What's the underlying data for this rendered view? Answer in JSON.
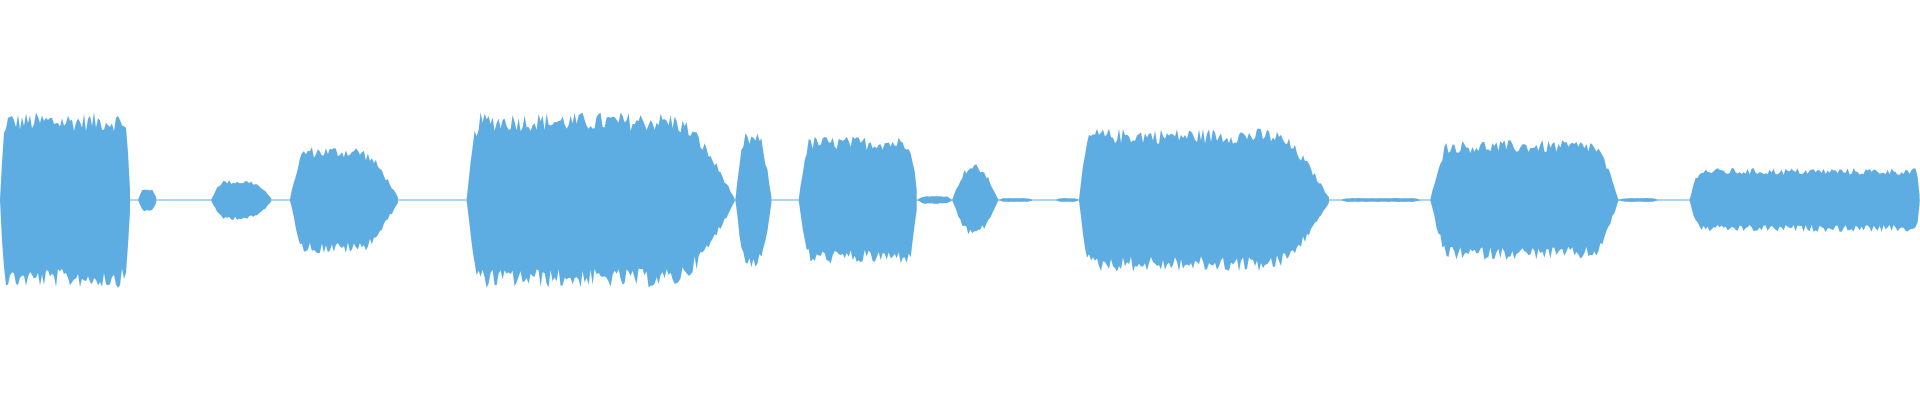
{
  "waveform": {
    "color": "#5dace2",
    "background": "#ffffff",
    "segments": [
      {
        "start": 0.0,
        "end": 0.068,
        "peak": 0.44,
        "attack": 0.05,
        "release": 0.05
      },
      {
        "start": 0.072,
        "end": 0.082,
        "peak": 0.06,
        "attack": 0.3,
        "release": 0.4
      },
      {
        "start": 0.11,
        "end": 0.142,
        "peak": 0.1,
        "attack": 0.2,
        "release": 0.4
      },
      {
        "start": 0.151,
        "end": 0.208,
        "peak": 0.27,
        "attack": 0.15,
        "release": 0.4
      },
      {
        "start": 0.243,
        "end": 0.383,
        "peak": 0.44,
        "attack": 0.05,
        "release": 0.25
      },
      {
        "start": 0.383,
        "end": 0.402,
        "peak": 0.34,
        "attack": 0.3,
        "release": 0.4
      },
      {
        "start": 0.416,
        "end": 0.478,
        "peak": 0.32,
        "attack": 0.1,
        "release": 0.08
      },
      {
        "start": 0.478,
        "end": 0.496,
        "peak": 0.02,
        "attack": 0.2,
        "release": 0.2
      },
      {
        "start": 0.496,
        "end": 0.52,
        "peak": 0.18,
        "attack": 0.4,
        "release": 0.5
      },
      {
        "start": 0.52,
        "end": 0.538,
        "peak": 0.01,
        "attack": 0.2,
        "release": 0.2
      },
      {
        "start": 0.55,
        "end": 0.562,
        "peak": 0.01,
        "attack": 0.2,
        "release": 0.2
      },
      {
        "start": 0.562,
        "end": 0.693,
        "peak": 0.36,
        "attack": 0.05,
        "release": 0.25
      },
      {
        "start": 0.698,
        "end": 0.74,
        "peak": 0.01,
        "attack": 0.1,
        "release": 0.1
      },
      {
        "start": 0.745,
        "end": 0.843,
        "peak": 0.3,
        "attack": 0.1,
        "release": 0.15
      },
      {
        "start": 0.843,
        "end": 0.864,
        "peak": 0.01,
        "attack": 0.2,
        "release": 0.2
      },
      {
        "start": 0.88,
        "end": 1.0,
        "peak": 0.16,
        "attack": 0.05,
        "release": 0.02
      }
    ]
  }
}
